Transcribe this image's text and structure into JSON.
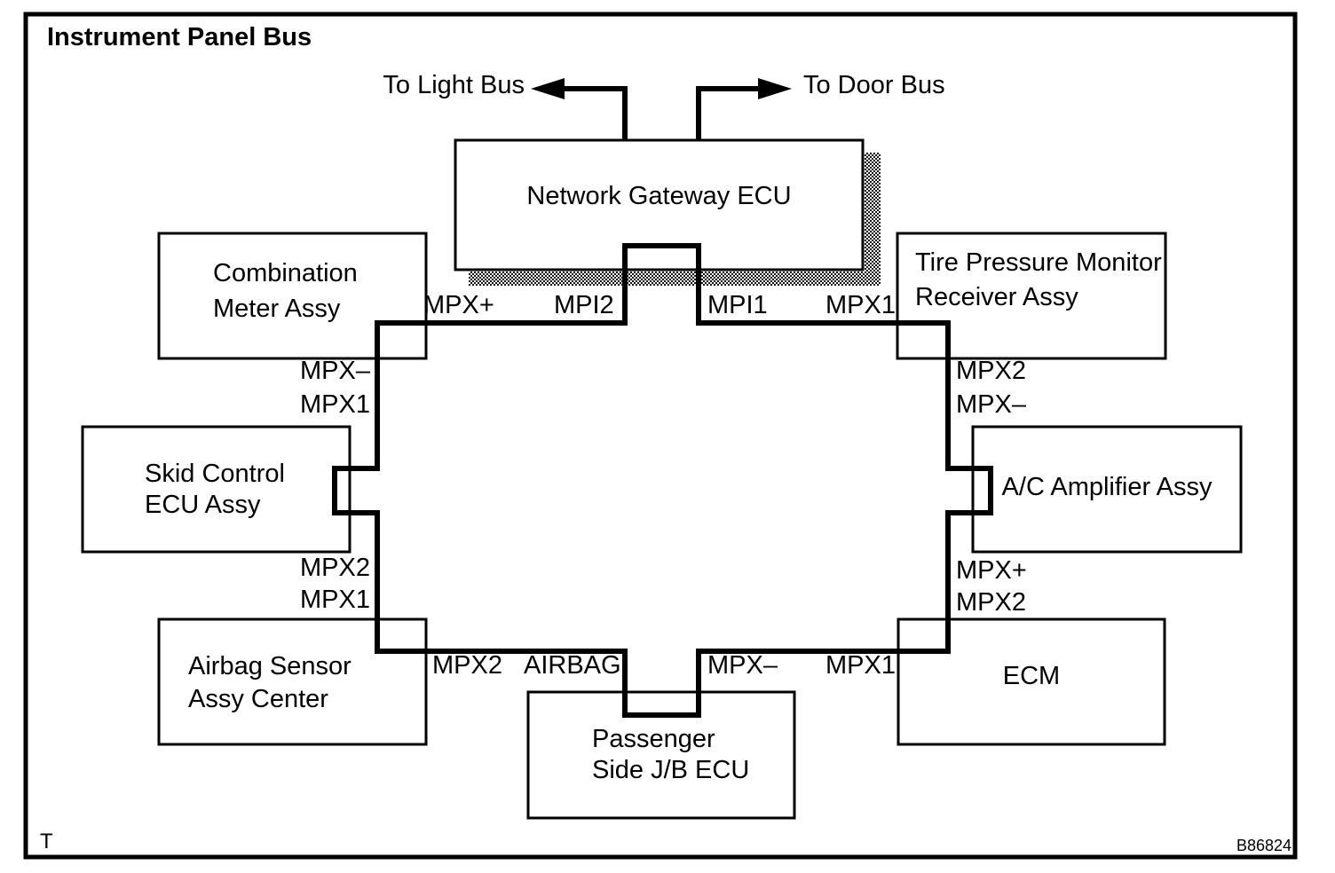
{
  "title": "Instrument Panel Bus",
  "footer": {
    "left_mark": "T",
    "figure_code": "B86824"
  },
  "external": {
    "light_bus": "To Light Bus",
    "door_bus": "To Door Bus"
  },
  "boxes": {
    "gateway": {
      "label": "Network Gateway ECU"
    },
    "combination_meter": {
      "lines": [
        "Combination",
        "Meter Assy"
      ]
    },
    "tire_pressure_monitor": {
      "lines": [
        "Tire Pressure Monitor",
        "Receiver Assy"
      ]
    },
    "skid_control": {
      "lines": [
        "Skid Control",
        "ECU Assy"
      ]
    },
    "ac_amplifier": {
      "label": "A/C Amplifier Assy"
    },
    "airbag_sensor": {
      "lines": [
        "Airbag Sensor",
        "Assy Center"
      ]
    },
    "ecm": {
      "label": "ECM"
    },
    "passenger_jb": {
      "lines": [
        "Passenger",
        "Side J/B ECU"
      ]
    }
  },
  "pin_labels": {
    "top_bus_left": [
      "MPX+",
      "MPI2"
    ],
    "top_bus_right": [
      "MPI1",
      "MPX1"
    ],
    "left_bus_upper": [
      "MPX–",
      "MPX1"
    ],
    "left_bus_lower": [
      "MPX2",
      "MPX1"
    ],
    "right_bus_upper": [
      "MPX2",
      "MPX–"
    ],
    "right_bus_lower": [
      "MPX+",
      "MPX2"
    ],
    "bottom_bus_left": [
      "MPX2",
      "AIRBAG"
    ],
    "bottom_bus_right": [
      "MPX–",
      "MPX1"
    ]
  },
  "colors": {
    "ink": "#000000",
    "paper": "#ffffff"
  }
}
